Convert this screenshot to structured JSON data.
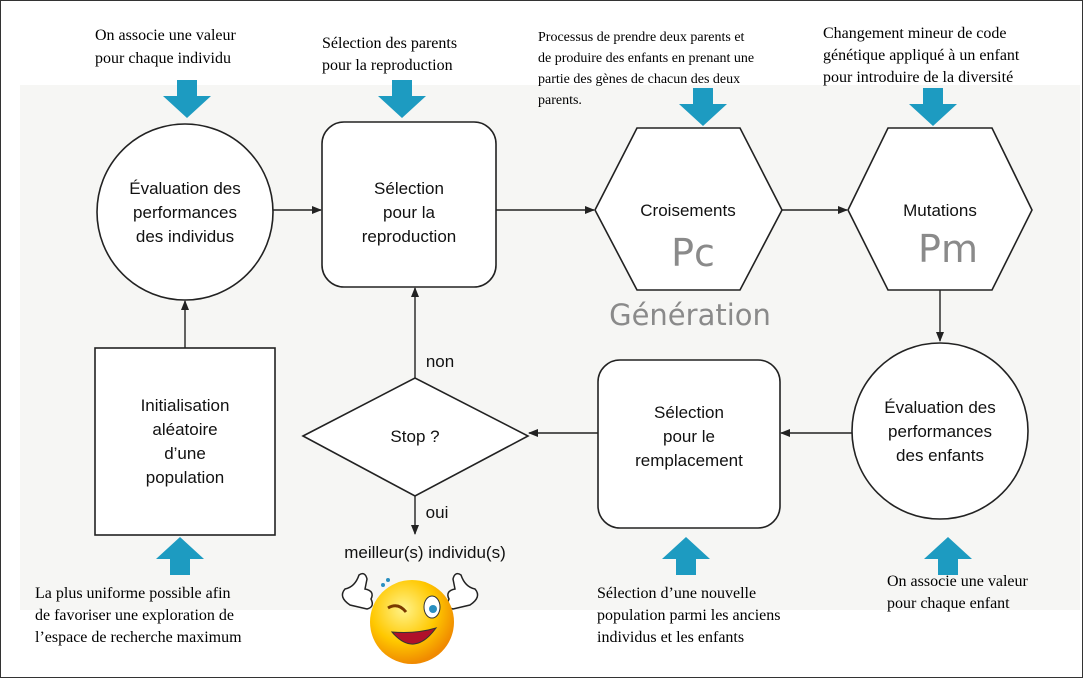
{
  "colors": {
    "arrow": "#1d9bc1",
    "shape_stroke": "#222222",
    "overlay": "#8a8a8a"
  },
  "annotations": {
    "eval_individus": [
      "On associe une valeur",
      "pour chaque individu"
    ],
    "selection_parents": [
      "Sélection des parents",
      "pour la reproduction"
    ],
    "croisement": [
      "Processus de prendre deux parents et",
      "de produire  des enfants en prenant une",
      "partie des gènes de chacun des deux",
      "parents."
    ],
    "mutation": [
      "Changement mineur de code",
      "génétique appliqué à un enfant",
      "pour introduire de la diversité"
    ],
    "initialisation": [
      "La plus uniforme possible afin",
      "de favoriser une exploration de",
      "l’espace de recherche maximum"
    ],
    "remplacement": [
      "Sélection d’une nouvelle",
      "population parmi les anciens",
      "individus et les enfants"
    ],
    "eval_enfants": [
      "On associe une valeur",
      "pour chaque enfant"
    ]
  },
  "nodes": {
    "eval_individus": [
      "Évaluation des",
      "performances",
      "des individus"
    ],
    "selection_reproduction": [
      "Sélection",
      "pour la",
      "reproduction"
    ],
    "croisements": "Croisements",
    "mutations": "Mutations",
    "eval_enfants": [
      "Évaluation des",
      "performances",
      "des enfants"
    ],
    "selection_remplacement": [
      "Sélection",
      "pour le",
      "remplacement"
    ],
    "stop": "Stop ?",
    "initialisation": [
      "Initialisation",
      "aléatoire",
      "d’une",
      "population"
    ]
  },
  "labels": {
    "non": "non",
    "oui": "oui",
    "result": "meilleur(s) individu(s)",
    "pc": "Pc",
    "pm": "Pm",
    "generation": "Génération"
  }
}
